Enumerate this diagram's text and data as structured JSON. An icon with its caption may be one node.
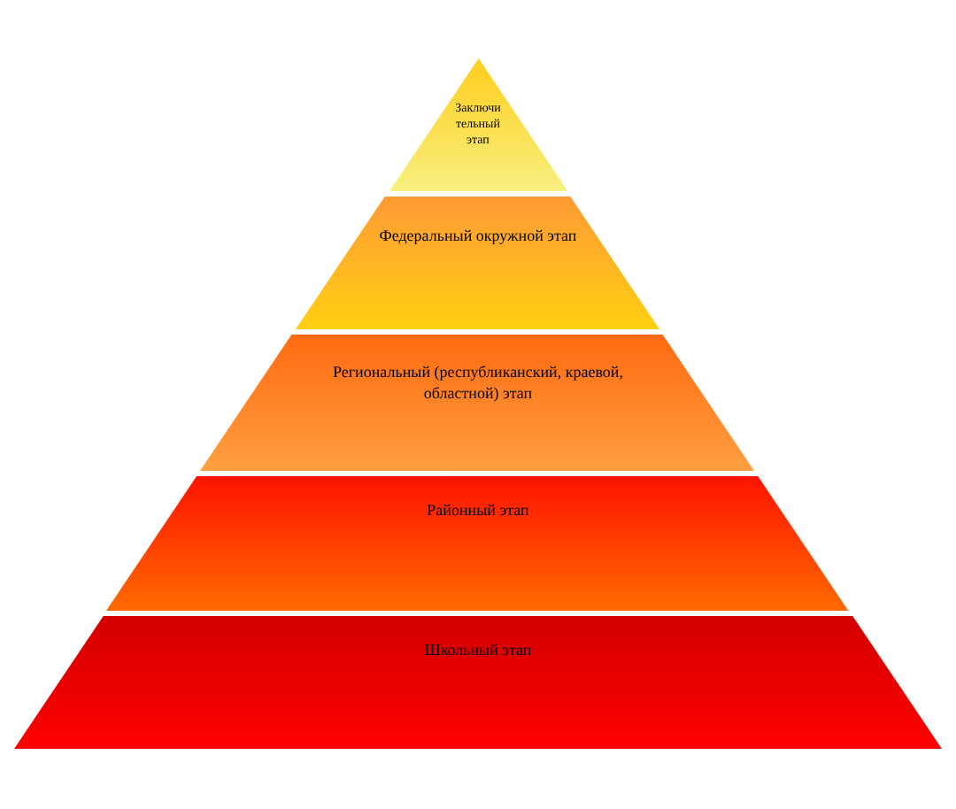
{
  "diagram": {
    "nodes": [
      {
        "text": [
          "Заключительный этап"
        ]
      },
      {
        "text": [
          "Федеральный окружной этап"
        ]
      },
      {
        "text": [
          "Региональный (республиканский, краевой, областной) этап"
        ]
      },
      {
        "text": [
          "Районный этап"
        ]
      },
      {
        "text": [
          "Школьный этап"
        ]
      }
    ]
  }
}
